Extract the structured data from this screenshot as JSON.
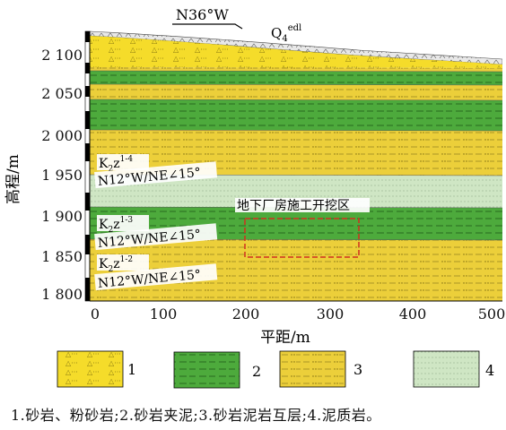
{
  "orientation": "N36°W",
  "surface_label": {
    "main": "Q",
    "sub": "4",
    "sup": "edl"
  },
  "y_axis": {
    "label": "高程/m",
    "ticks": [
      "2 100",
      "2 050",
      "2 000",
      "1 950",
      "1 900",
      "1 850",
      "1 800"
    ]
  },
  "x_axis": {
    "label": "平距/m",
    "ticks": [
      "0",
      "100",
      "200",
      "300",
      "400",
      "500"
    ]
  },
  "unit_labels": [
    {
      "k": "K",
      "sub": "2",
      "z": "z",
      "sup": "1-4",
      "attitude": "N12°W/NE∠15°"
    },
    {
      "k": "K",
      "sub": "2",
      "z": "z",
      "sup": "1-3",
      "attitude": "N12°W/NE∠15°"
    },
    {
      "k": "K",
      "sub": "2",
      "z": "z",
      "sup": "1-2",
      "attitude": "N12°W/NE∠15°"
    }
  ],
  "excavation_label": "地下厂房施工开挖区",
  "legend": [
    {
      "num": "1",
      "fill": "#f5dc2a"
    },
    {
      "num": "2",
      "fill": "#4daa3c"
    },
    {
      "num": "3",
      "fill": "#eccf3a"
    },
    {
      "num": "4",
      "fill": "#cfe6c4"
    }
  ],
  "caption": "1.砂岩、粉砂岩;2.砂岩夹泥;3.砂岩泥岩互层;4.泥质岩。",
  "colors": {
    "sandstone": "#f5dc2a",
    "sandstone_mud": "#4daa3c",
    "interbed": "#eccf3a",
    "mudstone": "#cfe6c4",
    "excavation": "#d03020"
  }
}
